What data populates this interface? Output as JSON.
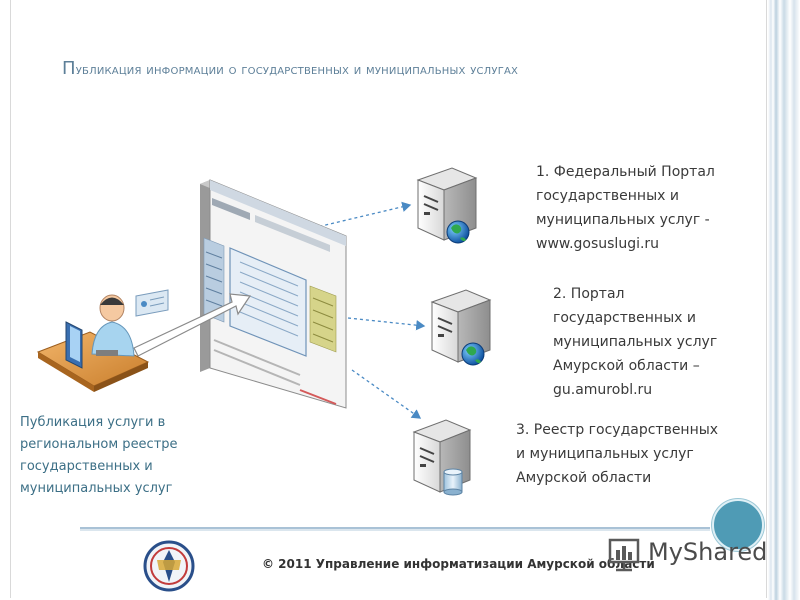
{
  "title": {
    "first_letter": "П",
    "rest": "убликация информации о государственных и муниципальных услугах"
  },
  "servers": [
    {
      "text": "1. Федеральный Портал государственных и муниципальных услуг - www.gosuslugi.ru",
      "icon": "globe-icon"
    },
    {
      "text": "2. Портал государственных и муниципальных услуг Амурской области – gu.amurobl.ru",
      "icon": "globe-icon"
    },
    {
      "text": "3. Реестр государственных и муниципальных услуг Амурской области",
      "icon": "database-icon"
    }
  ],
  "caption": "Публикация услуги в региональном реестре государственных и муниципальных услуг",
  "footer": {
    "copyright": "© 2011 Управление информатизации Амурской области",
    "watermark": "MyShared"
  },
  "colors": {
    "title": "#5d7f98",
    "caption": "#3c6f86",
    "accent_circle": "#4f9bb5",
    "arrow": "#4a8ac4"
  }
}
